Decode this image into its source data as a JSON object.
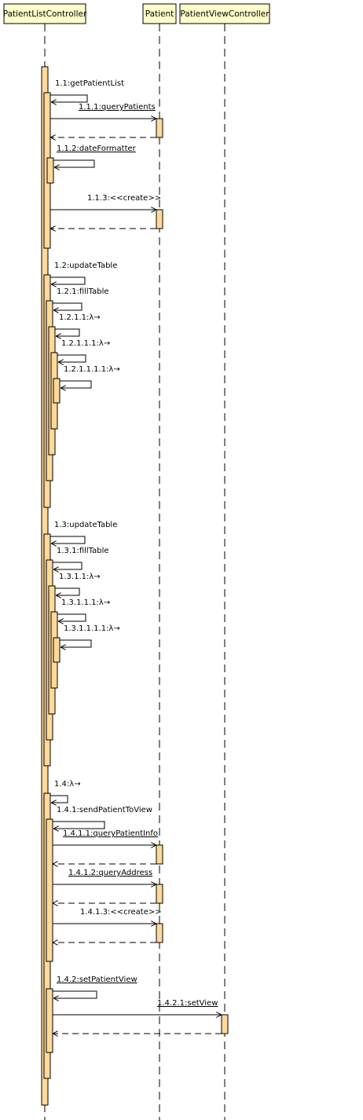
{
  "participants": [
    {
      "name": "PatientListController"
    },
    {
      "name": "Patient"
    },
    {
      "name": "PatientViewController"
    }
  ],
  "messages": [
    {
      "label": "1.1:getPatientList",
      "underline": false
    },
    {
      "label": "1.1.1:queryPatients",
      "underline": true
    },
    {
      "label": "1.1.2:dateFormatter",
      "underline": true
    },
    {
      "label": "1.1.3:<<create>>",
      "underline": false
    },
    {
      "label": "1.2:updateTable",
      "underline": false
    },
    {
      "label": "1.2.1:fillTable",
      "underline": false
    },
    {
      "label": "1.2.1.1:λ→",
      "underline": false
    },
    {
      "label": "1.2.1.1.1:λ→",
      "underline": false
    },
    {
      "label": "1.2.1.1.1.1:λ→",
      "underline": false
    },
    {
      "label": "1.3:updateTable",
      "underline": false
    },
    {
      "label": "1.3.1:fillTable",
      "underline": false
    },
    {
      "label": "1.3.1.1:λ→",
      "underline": false
    },
    {
      "label": "1.3.1.1.1:λ→",
      "underline": false
    },
    {
      "label": "1.3.1.1.1.1:λ→",
      "underline": false
    },
    {
      "label": "1.4:λ→",
      "underline": false
    },
    {
      "label": "1.4.1:sendPatientToView",
      "underline": false
    },
    {
      "label": "1.4.1.1:queryPatientInfo",
      "underline": true
    },
    {
      "label": "1.4.1.2:queryAddress",
      "underline": true
    },
    {
      "label": "1.4.1.3:<<create>>",
      "underline": false
    },
    {
      "label": "1.4.2:setPatientView",
      "underline": true
    },
    {
      "label": "1.4.2.1:setView",
      "underline": true
    }
  ],
  "colors": {
    "participant_fill": "#FFFFCC",
    "activation_fill": "#FFD99A",
    "line": "#000000"
  }
}
